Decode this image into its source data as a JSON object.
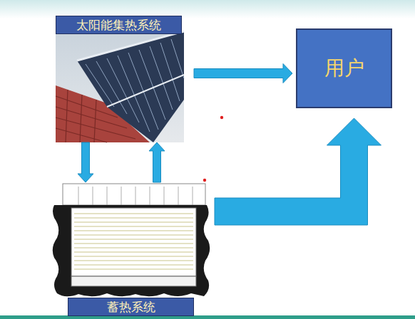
{
  "diagram": {
    "nodes": [
      {
        "text": [
          "太阳能集热系统"
        ]
      },
      {
        "text": [
          "用户"
        ]
      },
      {
        "text": [
          "蓄热系统"
        ]
      }
    ],
    "edges": [
      {
        "from": 0,
        "to": 1,
        "arrow": "to"
      },
      {
        "from": 0,
        "to": 2,
        "arrow": "to"
      },
      {
        "from": 2,
        "to": 0,
        "arrow": "to"
      },
      {
        "from": 2,
        "to": 1,
        "arrow": "to"
      }
    ]
  }
}
